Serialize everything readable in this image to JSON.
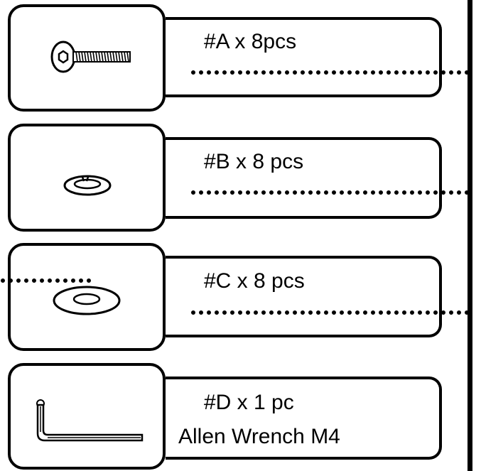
{
  "parts": [
    {
      "label": "#A x 8pcs",
      "icon": "screw-icon"
    },
    {
      "label": "#B x 8 pcs",
      "icon": "split-washer-icon"
    },
    {
      "label": "#C x 8 pcs",
      "icon": "flat-washer-icon"
    },
    {
      "label": "#D x 1 pc",
      "sublabel": "Allen Wrench M4",
      "icon": "allen-wrench-icon"
    }
  ]
}
